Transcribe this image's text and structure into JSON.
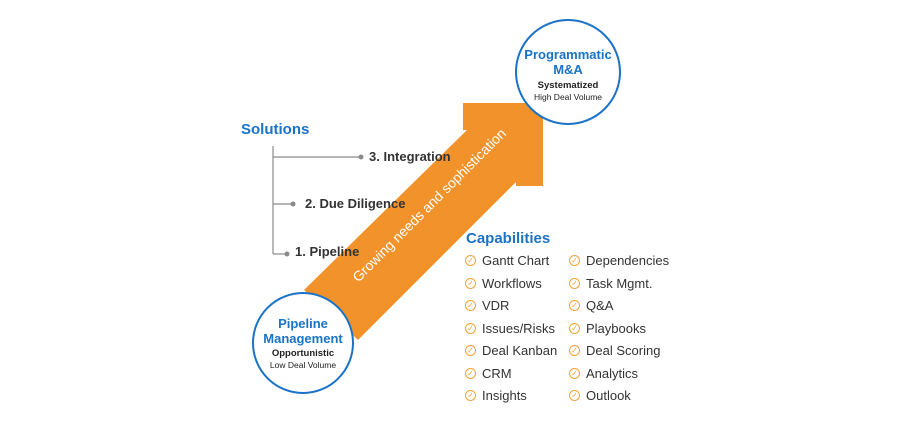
{
  "top_circle": {
    "title_line1": "Programmatic",
    "title_line2": "M&A",
    "subtitle": "Systematized",
    "caption": "High Deal Volume"
  },
  "bottom_circle": {
    "title_line1": "Pipeline",
    "title_line2": "Management",
    "subtitle": "Opportunistic",
    "caption": "Low Deal Volume"
  },
  "arrow": {
    "label": "Growing needs and sophistication",
    "color": "#f2922a"
  },
  "solutions": {
    "heading": "Solutions",
    "items": [
      "3. Integration",
      "2. Due Diligence",
      "1. Pipeline"
    ]
  },
  "capabilities": {
    "heading": "Capabilities",
    "left": [
      "Gantt Chart",
      "Workflows",
      "VDR",
      "Issues/Risks",
      "Deal Kanban",
      "CRM",
      "Insights"
    ],
    "right": [
      "Dependencies",
      "Task Mgmt.",
      "Q&A",
      "Playbooks",
      "Deal Scoring",
      "Analytics",
      "Outlook"
    ]
  },
  "colors": {
    "accent_blue": "#1a73c6",
    "accent_orange": "#f2922a",
    "line_gray": "#8a8a8a"
  }
}
